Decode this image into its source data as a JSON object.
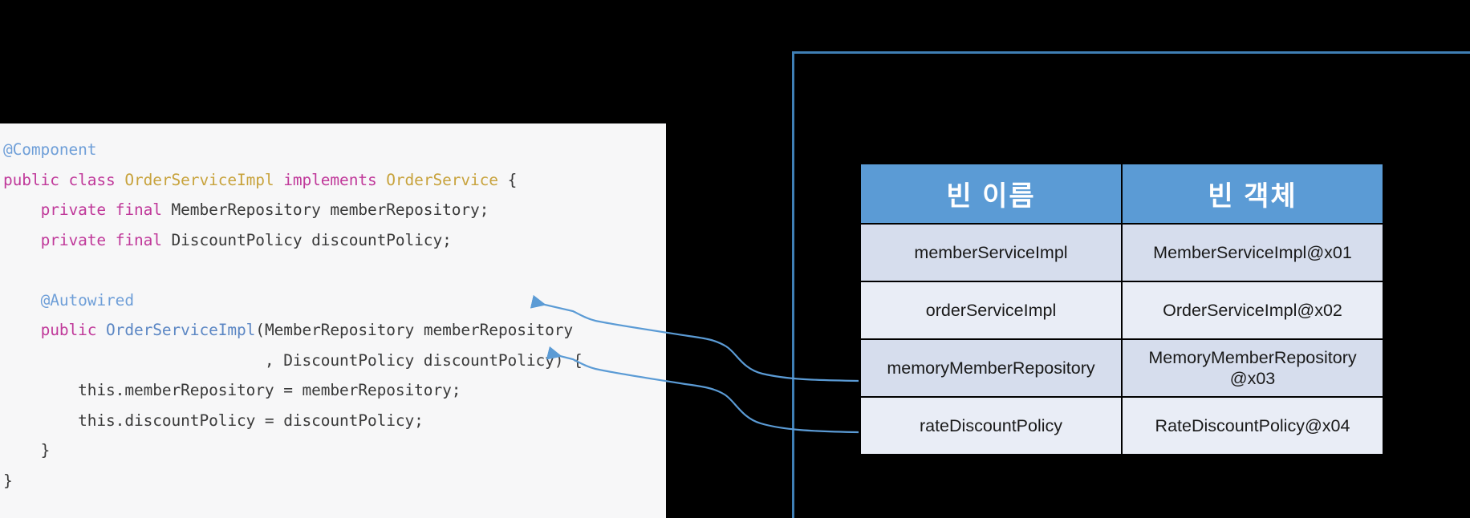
{
  "diagram": {
    "title": "Spring bean container and constructor autowiring",
    "accent_color": "#5b9bd5",
    "container_border_color": "#3f7fb5",
    "arrow_color": "#5b9bd5",
    "code_panel_background": "#f7f7f8",
    "table_header_background": "#5b9bd5",
    "table_row_odd_background": "#d6dded",
    "table_row_even_background": "#e9edf6"
  },
  "code": {
    "language": "java",
    "lines": [
      {
        "id": "l1",
        "indent": 0,
        "text": "@Component"
      },
      {
        "id": "l2",
        "indent": 0,
        "text": "public class OrderServiceImpl implements OrderService {"
      },
      {
        "id": "l3",
        "indent": 1,
        "text": "private final MemberRepository memberRepository;"
      },
      {
        "id": "l4",
        "indent": 1,
        "text": "private final DiscountPolicy discountPolicy;"
      },
      {
        "id": "l5",
        "indent": 0,
        "text": ""
      },
      {
        "id": "l6",
        "indent": 1,
        "text": "@Autowired"
      },
      {
        "id": "l7",
        "indent": 1,
        "text": "public OrderServiceImpl(MemberRepository memberRepository"
      },
      {
        "id": "l8",
        "indent": 0,
        "text": "                        , DiscountPolicy discountPolicy) {"
      },
      {
        "id": "l9",
        "indent": 2,
        "text": "this.memberRepository = memberRepository;"
      },
      {
        "id": "l10",
        "indent": 2,
        "text": "this.discountPolicy = discountPolicy;"
      },
      {
        "id": "l11",
        "indent": 1,
        "text": "}"
      },
      {
        "id": "l12",
        "indent": 0,
        "text": "}"
      }
    ]
  },
  "bean_table": {
    "columns": [
      {
        "key": "bean_name",
        "label": "빈 이름"
      },
      {
        "key": "bean_object",
        "label": "빈 객체"
      }
    ],
    "rows": [
      {
        "bean_name": "memberServiceImpl",
        "bean_object": "MemberServiceImpl@x01"
      },
      {
        "bean_name": "orderServiceImpl",
        "bean_object": "OrderServiceImpl@x02"
      },
      {
        "bean_name": "memoryMemberRepository",
        "bean_object": "MemoryMemberRepository\n@x03"
      },
      {
        "bean_name": "rateDiscountPolicy",
        "bean_object": "RateDiscountPolicy@x04"
      }
    ]
  },
  "arrows": [
    {
      "id": "arrow-member-repository",
      "from": "memoryMemberRepository-row",
      "to": "constructor-param-memberRepository"
    },
    {
      "id": "arrow-discount-policy",
      "from": "rateDiscountPolicy-row",
      "to": "constructor-param-discountPolicy"
    }
  ]
}
